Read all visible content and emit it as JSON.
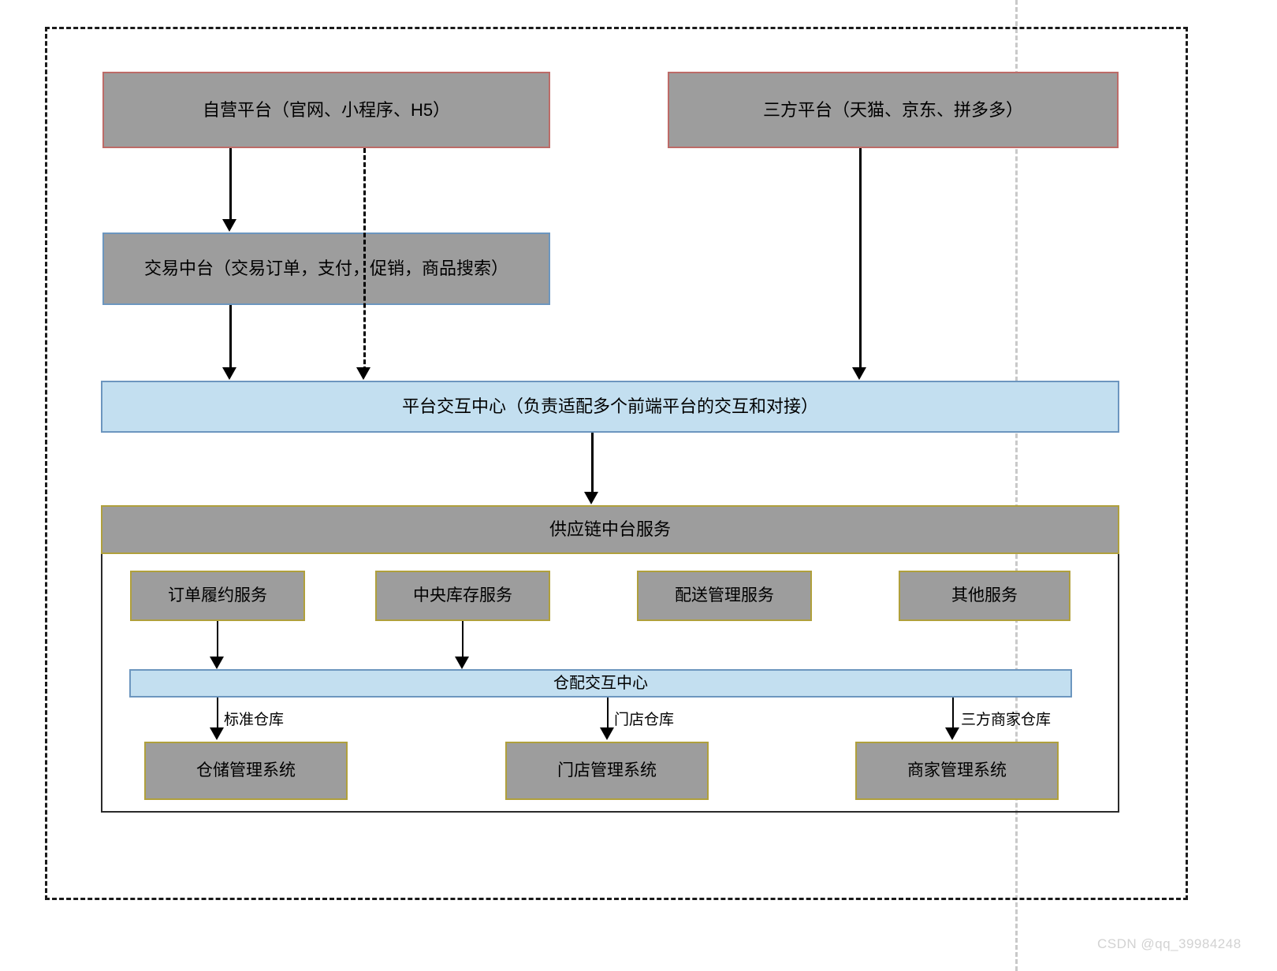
{
  "diagram": {
    "title_present": false,
    "colors": {
      "node_gray_fill": "#9d9d9d",
      "node_blue_fill": "#c3dff0",
      "border_red": "#bd6b68",
      "border_blue": "#6c96bf",
      "border_gold": "#b0a03c",
      "border_dark": "#2a2a2a",
      "connector": "#000000",
      "guide_line": "#c9c9c9",
      "watermark": "#d2d2d2"
    },
    "nodes": {
      "self_platform": "自营平台（官网、小程序、H5）",
      "third_party_platform": "三方平台（天猫、京东、拼多多）",
      "transaction_middle": "交易中台（交易订单，支付，促销，商品搜索）",
      "platform_interaction_center": "平台交互中心（负责适配多个前端平台的交互和对接）",
      "supply_chain_service": "供应链中台服务",
      "order_fulfillment_service": "订单履约服务",
      "central_inventory_service": "中央库存服务",
      "delivery_management_service": "配送管理服务",
      "other_service": "其他服务",
      "warehouse_interaction_center": "仓配交互中心",
      "warehouse_management_system": "仓储管理系统",
      "store_management_system": "门店管理系统",
      "merchant_management_system": "商家管理系统"
    },
    "edge_labels": {
      "standard_warehouse": "标准仓库",
      "store_warehouse": "门店仓库",
      "third_party_merchant_warehouse": "三方商家仓库"
    },
    "watermark": "CSDN @qq_39984248"
  }
}
